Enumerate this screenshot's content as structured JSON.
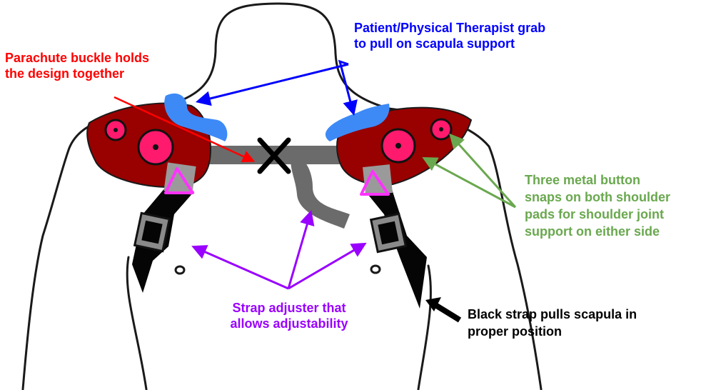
{
  "colors": {
    "outline": "#1a1a1a",
    "pad": "#990000",
    "snap_fill": "#ff1a6e",
    "buckle_strap": "#6b6b6b",
    "grab_tab": "#3d8af7",
    "adjuster_frame": "#8a8a8a",
    "triangle_ring": "#ff33ff",
    "blue_text": "#0000ff",
    "red_text": "#ff0000",
    "green_text": "#6aa84f",
    "purple_text": "#9900ff",
    "black_text": "#000000"
  },
  "annotations": {
    "buckle": {
      "lines": [
        "Parachute buckle holds",
        "the design together"
      ]
    },
    "grab": {
      "lines": [
        "Patient/Physical Therapist grab",
        "to pull on scapula support"
      ]
    },
    "snaps": {
      "lines": [
        "Three metal button",
        "snaps on both shoulder",
        "pads for shoulder joint",
        "support on either side"
      ]
    },
    "adjuster": {
      "lines": [
        "Strap adjuster that",
        "allows adjustability"
      ]
    },
    "strap": {
      "lines": [
        "Black strap pulls scapula in",
        "proper position"
      ]
    }
  }
}
